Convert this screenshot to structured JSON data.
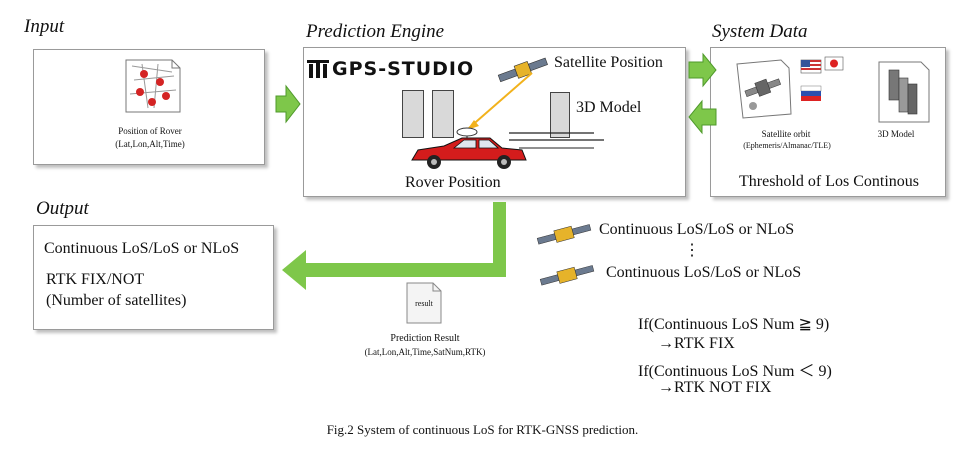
{
  "input": {
    "title": "Input",
    "rover_label": "Position of Rover",
    "rover_fields": "(Lat,Lon,Alt,Time)"
  },
  "engine": {
    "title": "Prediction Engine",
    "logo": "GPS-STUDIO",
    "satellite_label": "Satellite Position",
    "model_label": "3D Model",
    "rover_label": "Rover Position"
  },
  "system": {
    "title": "System Data",
    "orbit_label": "Satellite orbit",
    "orbit_sources": "(Ephemeris/Almanac/TLE)",
    "model_label": "3D Model",
    "flags": [
      "US",
      "JP",
      "RU"
    ],
    "threshold_label": "Threshold of Los Continous"
  },
  "output": {
    "title": "Output",
    "line1": "Continuous LoS/LoS or NLoS",
    "line2": "RTK FIX/NOT",
    "line3": "(Number of satellites)"
  },
  "satellites": {
    "row1": "Continuous LoS/LoS or NLoS",
    "ellipsis": "⋮",
    "row2": "Continuous LoS/LoS or NLoS"
  },
  "result": {
    "doc_label": "result",
    "title": "Prediction Result",
    "fields": "(Lat,Lon,Alt,Time,SatNum,RTK)"
  },
  "rules": {
    "line1": "If(Continuous LoS Num ≧ 9)",
    "line2": "→RTK FIX",
    "line3": "If(Continuous LoS Num ＜ 9)",
    "line4": "→RTK NOT FIX"
  },
  "caption": "Fig.2 System of continuous LoS for RTK-GNSS prediction.",
  "colors": {
    "arrow_green": "#7ec74a",
    "arrow_dark": "#4f9a2b",
    "sat_arrow": "#f2b21c",
    "car_red": "#d41c1c",
    "building_gray": "#d9d9d9"
  }
}
